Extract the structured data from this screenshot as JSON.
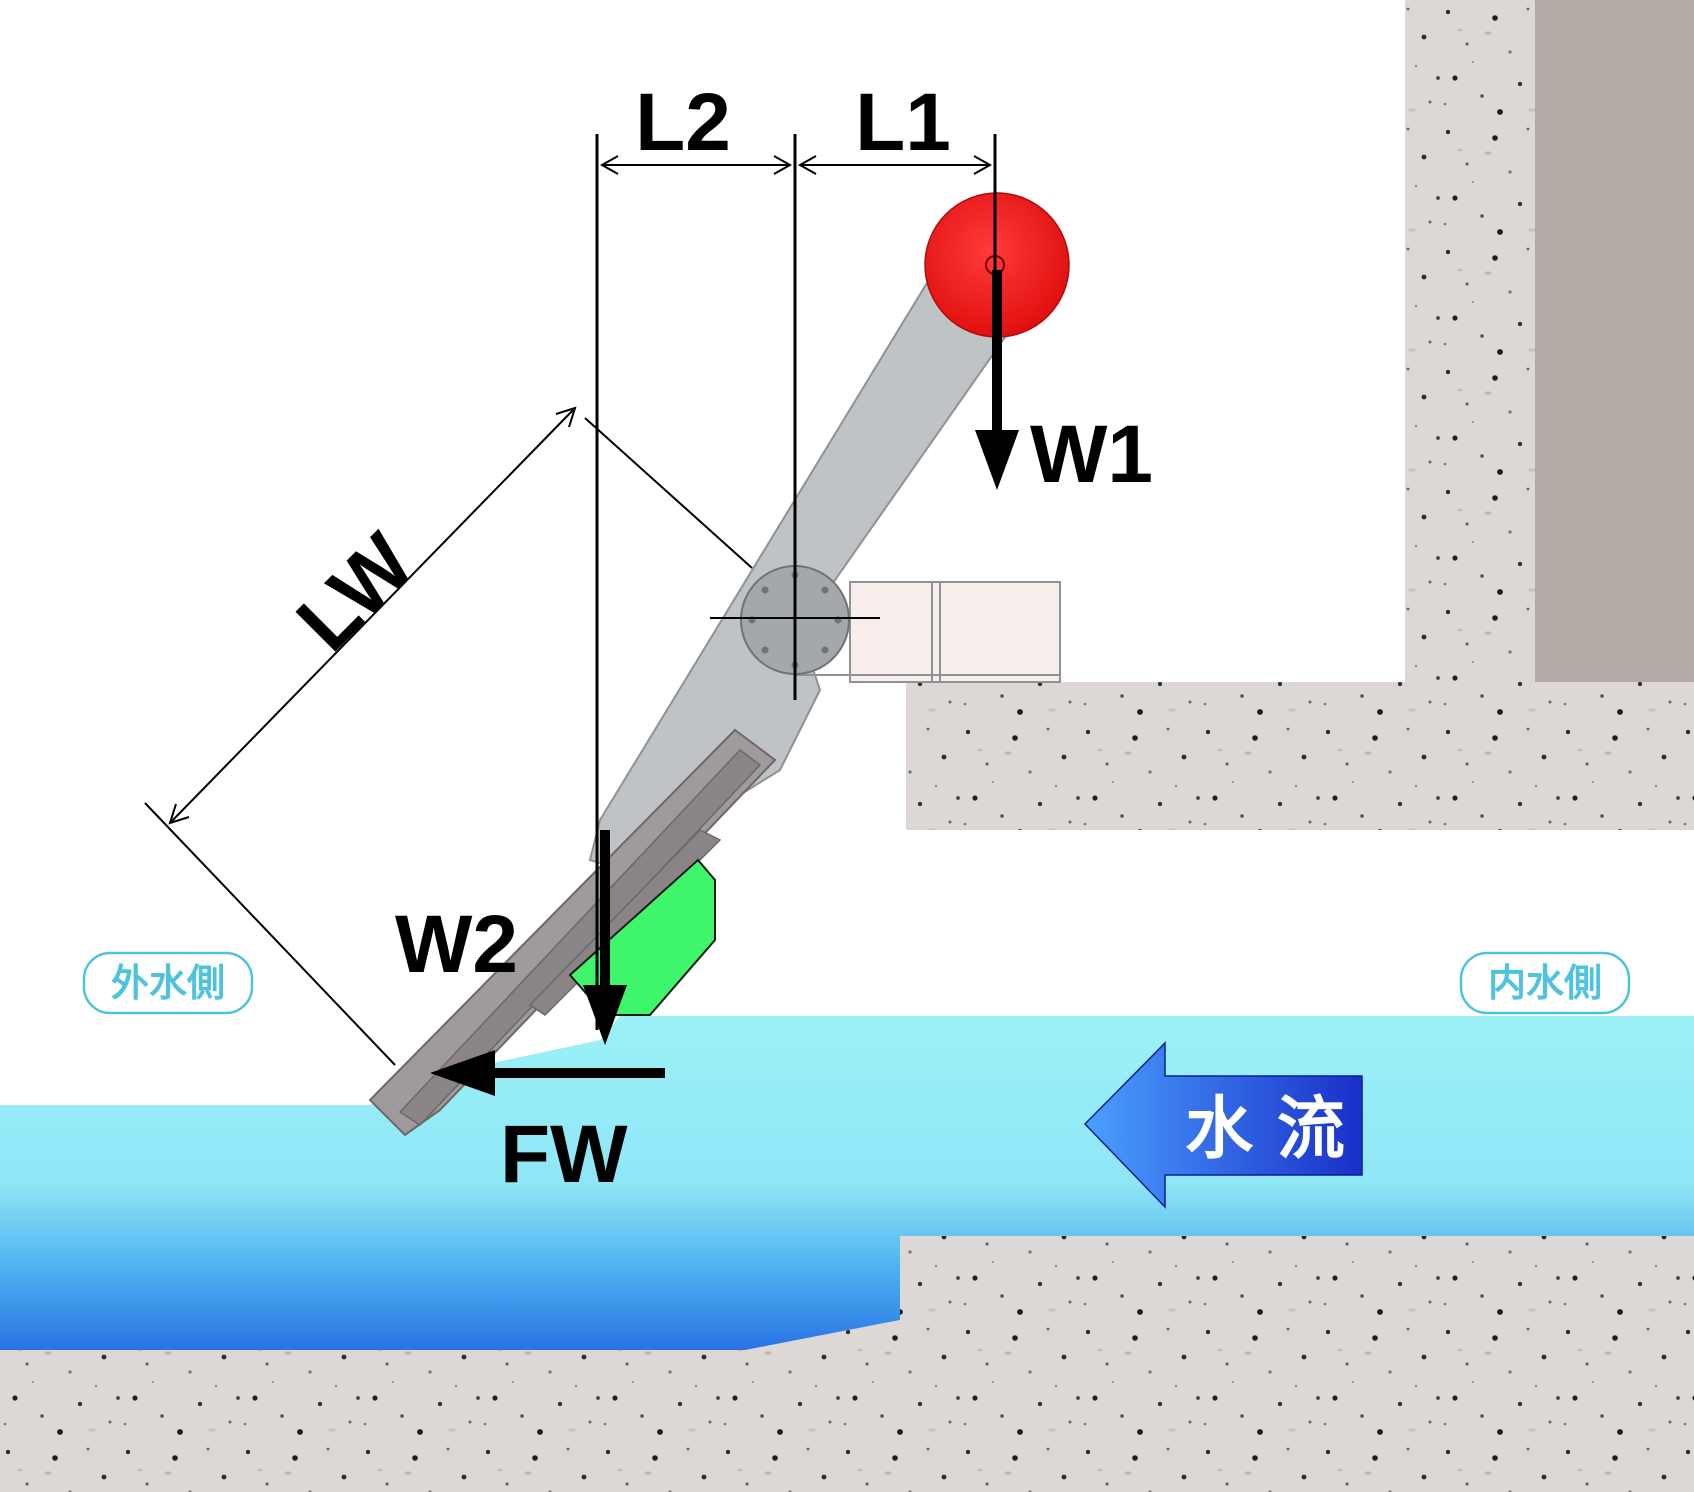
{
  "dimension_labels": {
    "l2": "L2",
    "l1": "L1",
    "w1": "W1",
    "lw": "LW",
    "w2": "W2",
    "fw": "FW"
  },
  "side_labels": {
    "outer": "外水側",
    "inner": "内水側"
  },
  "flow_label": "水 流",
  "colors": {
    "water_light": "#9cf1f7",
    "water_deep": "#2a73e6",
    "concrete": "#ddd7d6",
    "gate_arm": "#bfc3c6",
    "counterweight": "#f21a1a",
    "seal_block": "#3ff56b",
    "flow_arrow": "#1a3fd9",
    "side_label": "#4fc3de",
    "wall_strip": "#b4aaa6"
  },
  "icons": {
    "flow": "left-arrow-icon",
    "counterweight": "red-disc-icon",
    "pivot": "flange-bolt-circle-icon"
  }
}
